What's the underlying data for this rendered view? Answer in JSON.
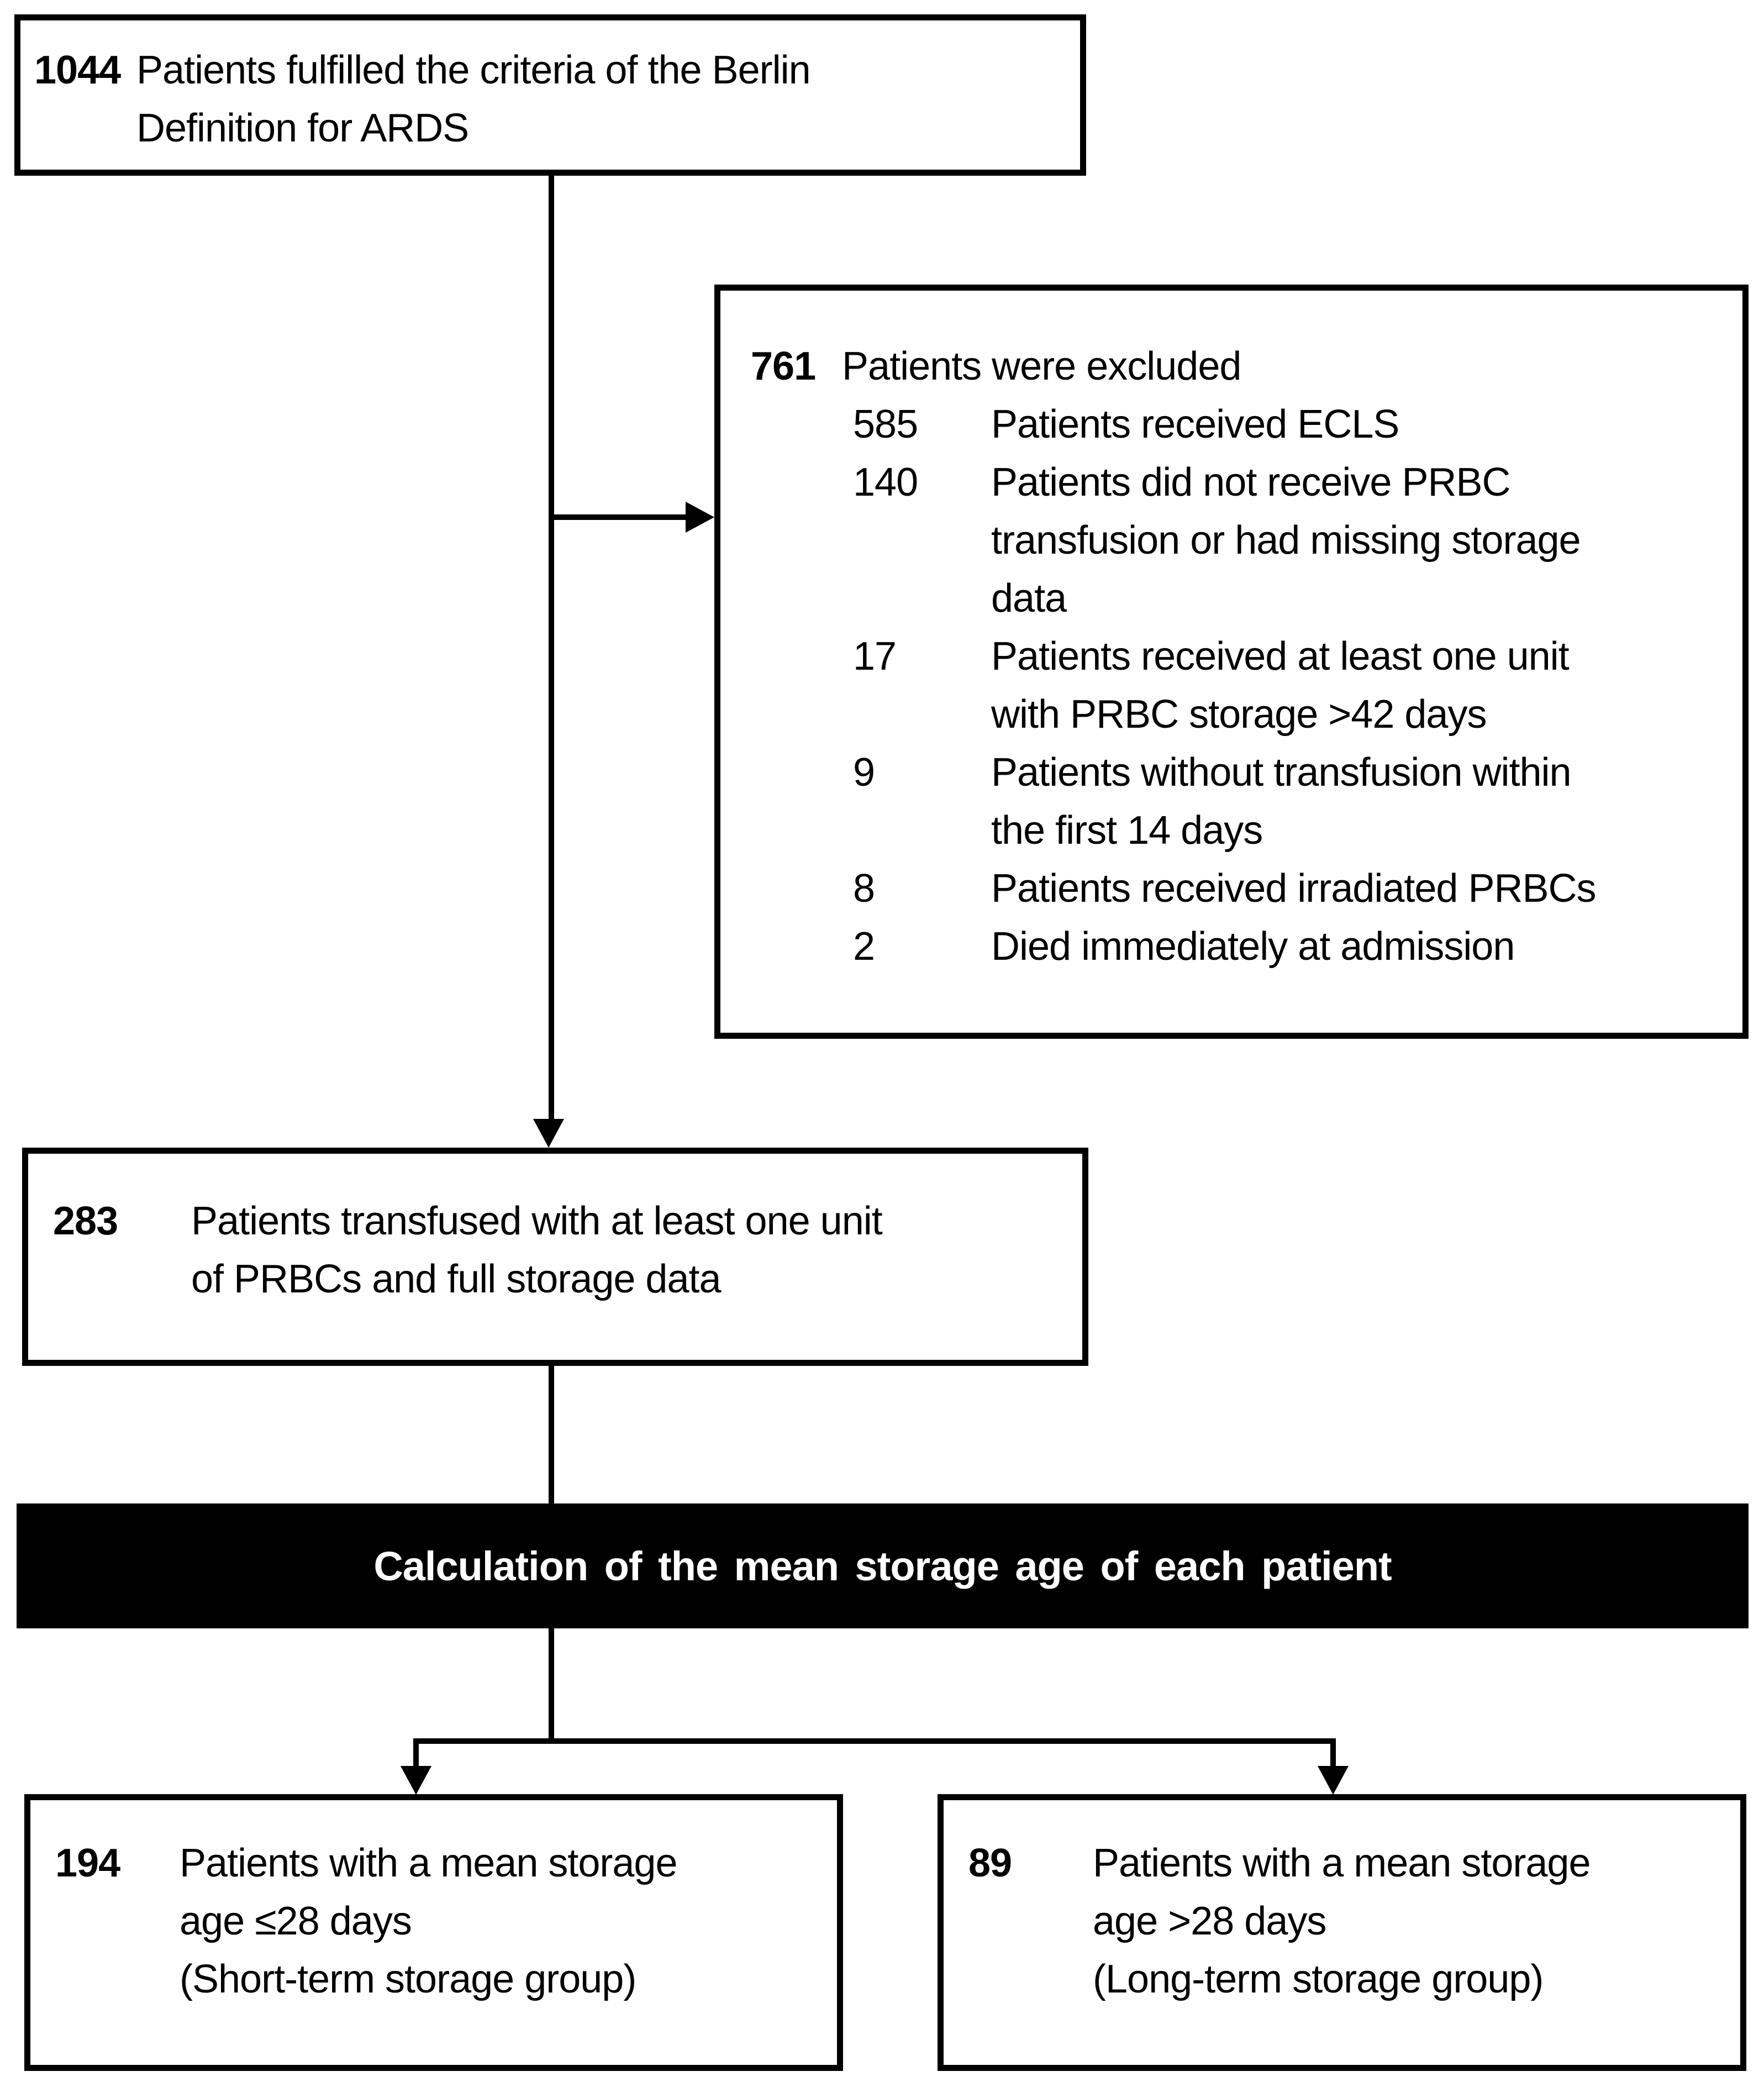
{
  "colors": {
    "line": "#000000",
    "box_border": "#000000",
    "box_bg": "#ffffff",
    "text": "#000000",
    "banner_bg": "#000000",
    "banner_text": "#ffffff"
  },
  "flow": {
    "top_box": {
      "count": "1044",
      "lines": "Patients fulfilled the criteria of the Berlin\nDefinition for ARDS"
    },
    "exclusion_box": {
      "count": "761",
      "label": "Patients were excluded",
      "items": [
        {
          "count": "585",
          "lines": "Patients received ECLS"
        },
        {
          "count": "140",
          "lines": "Patients did not receive PRBC\ntransfusion or had missing storage\ndata"
        },
        {
          "count": "17",
          "lines": "Patients received at least one unit\nwith PRBC storage >42 days"
        },
        {
          "count": "9",
          "lines": "Patients without transfusion within\nthe first 14 days"
        },
        {
          "count": "8",
          "lines": "Patients received irradiated PRBCs"
        },
        {
          "count": "2",
          "lines": "Died immediately at admission"
        }
      ]
    },
    "included_box": {
      "count": "283",
      "lines": "Patients transfused with at least one unit\nof PRBCs and full storage data"
    },
    "banner": {
      "label": "Calculation of the mean storage age of each patient"
    },
    "short_term_box": {
      "count": "194",
      "lines": "Patients with a mean storage\nage ≤28 days\n(Short-term storage group)"
    },
    "long_term_box": {
      "count": "89",
      "lines": "Patients with a mean storage\nage >28 days\n(Long-term storage group)"
    }
  }
}
